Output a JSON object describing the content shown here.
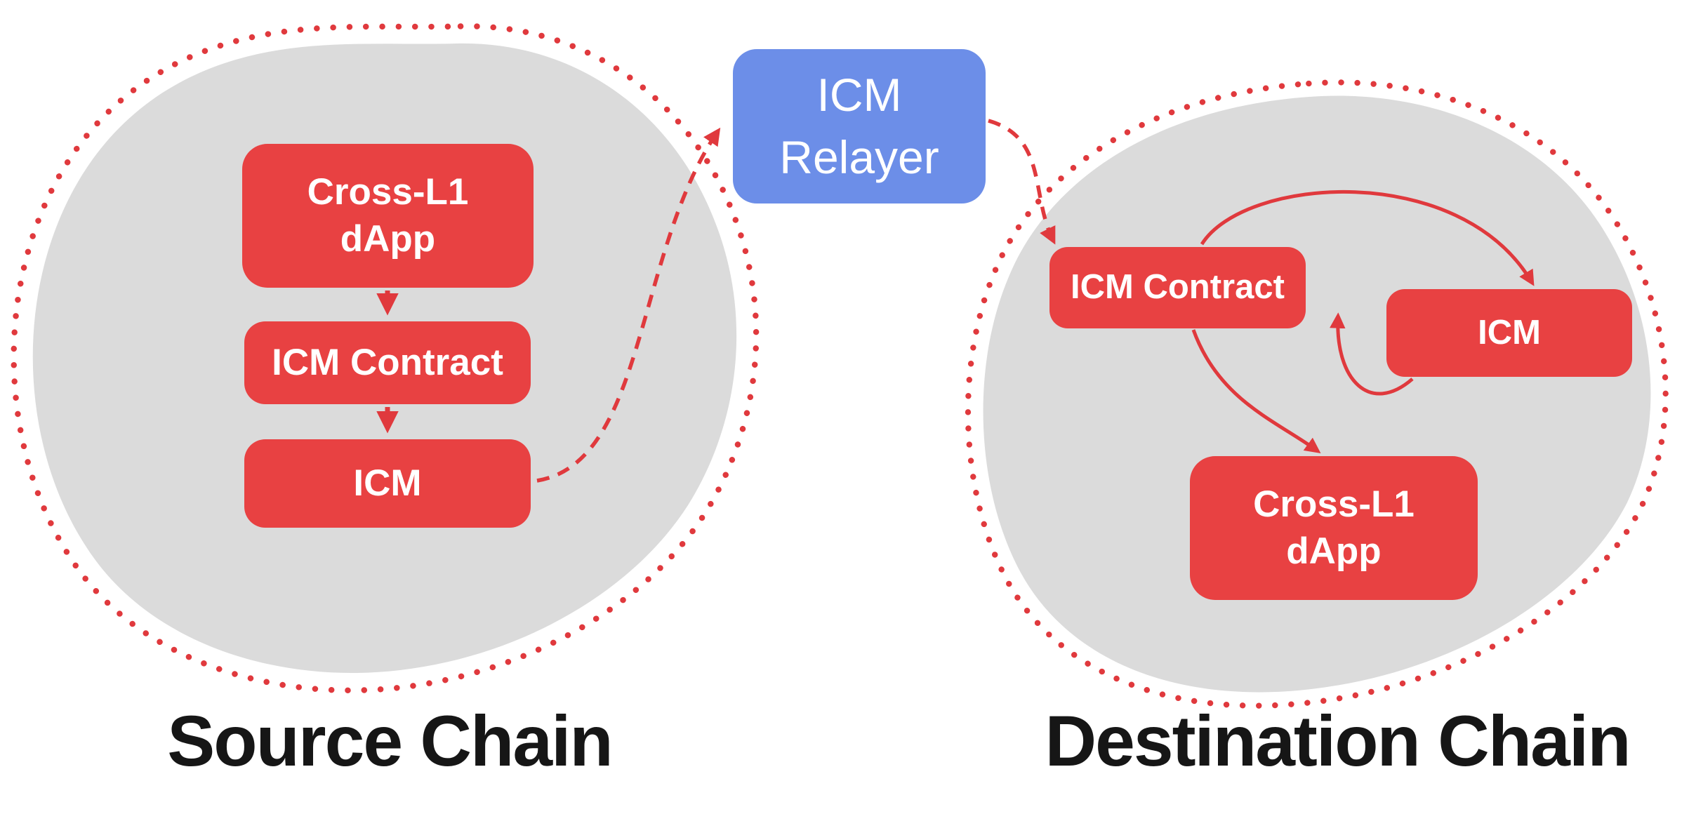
{
  "colors": {
    "node_red": "#E84142",
    "relayer_blue": "#6C8EE8",
    "chain_gray": "#DBDBDB",
    "accent_red": "#E0393D",
    "label_text": "#161616"
  },
  "source_chain": {
    "label": "Source Chain",
    "nodes": {
      "dapp": "Cross-L1\ndApp",
      "icm_contract": "ICM Contract",
      "icm": "ICM"
    }
  },
  "relayer": {
    "label": "ICM\nRelayer"
  },
  "destination_chain": {
    "label": "Destination Chain",
    "nodes": {
      "icm_contract": "ICM Contract",
      "icm": "ICM",
      "dapp": "Cross-L1\ndApp"
    }
  }
}
